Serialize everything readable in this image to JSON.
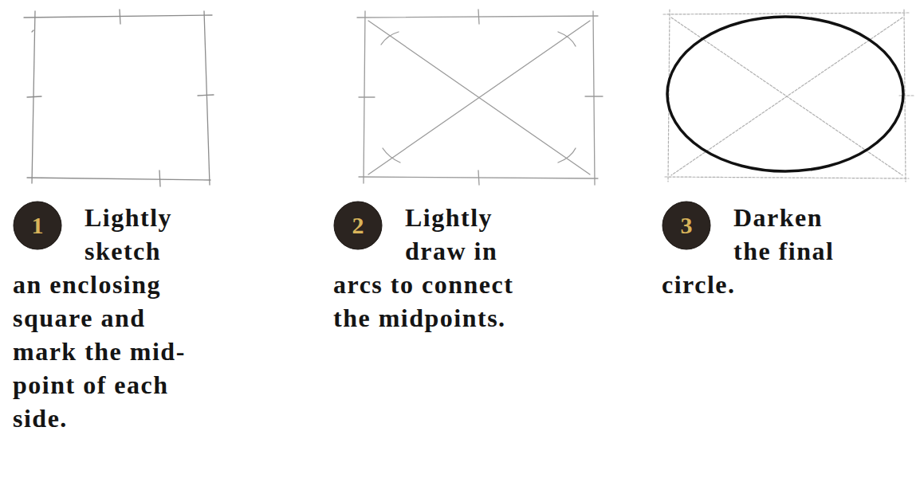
{
  "diagram": {
    "nodes": [
      {
        "text": [
          "1"
        ]
      },
      {
        "text": [
          "2"
        ]
      },
      {
        "text": [
          "3"
        ]
      }
    ],
    "labels": [
      "Lightly sketch an enclosing square and mark the mid-point of each side.",
      "Lightly draw in arcs to connect the midpoints.",
      "Darken the final circle."
    ]
  }
}
